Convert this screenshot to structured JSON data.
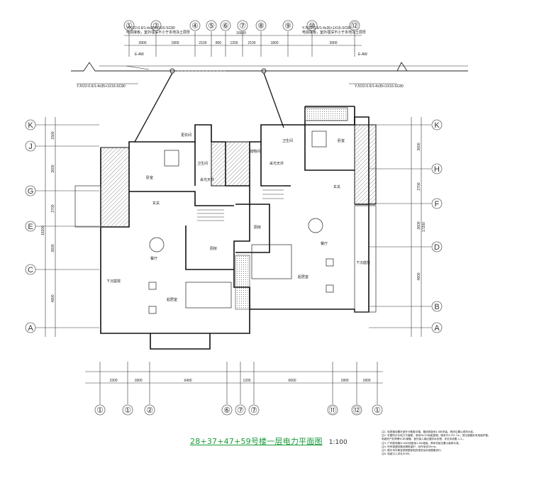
{
  "drawing": {
    "title": "28+37+47+59号楼一层电力平面图",
    "scale": "1:100",
    "top_axes": [
      "①",
      "②",
      "④",
      "⑤",
      "⑥",
      "⑦",
      "⑧",
      "⑨",
      "⑩",
      "⑫"
    ],
    "bottom_axes": [
      "①",
      "①",
      "②",
      "⑥",
      "⑦",
      "⑦",
      "⑪",
      "⑫",
      "①"
    ],
    "left_axes": [
      "K",
      "J",
      "G",
      "E",
      "C",
      "A"
    ],
    "right_axes": [
      "K",
      "H",
      "F",
      "D",
      "B",
      "A"
    ],
    "top_dims": [
      "3900",
      "1800",
      "2100",
      "800",
      "1200",
      "2100",
      "1800",
      "3900"
    ],
    "top_total": "16600",
    "bottom_dims": [
      "2200",
      "1800",
      "6400",
      "1200",
      "6600",
      "1800",
      "1800"
    ],
    "left_dims": [
      "1500",
      "3600",
      "2700",
      "3600",
      "4800"
    ],
    "left_total": "16200",
    "right_dims": [
      "3600",
      "2700",
      "3600",
      "4800"
    ],
    "right_total": "17200",
    "cable_top_left": "YJV22-0.6/1-4x35+1X16-SC80",
    "cable_top_left_note": "电源接板，室外埋深不小于本地冻土层厚",
    "cable_top_right": "YJV22-0.6/1-4x35+1X16-SC80",
    "cable_top_right_note": "电源接板，室外埋深不小于本地冻土层厚",
    "cable_side_left": "YJV22-0.6/1-4x35+1X16-SC80",
    "cable_side_right": "YJV22-0.6/1-4x35+1X16-SC80",
    "box_tag_left": "E-AW",
    "box_tag_right": "E-AW",
    "rooms_left": {
      "bedroom": "卧室",
      "bath": "卫生间",
      "light_well": "采光天井",
      "entry": "玄关",
      "dining": "餐厅",
      "kitchen": "厨房",
      "living": "起居室",
      "sunroom": "下沉庭院",
      "closet": "更衣间"
    },
    "rooms_right": {
      "bedroom": "卧室",
      "bath": "卫生间",
      "light_well": "采光天井",
      "storage": "储物间",
      "entry": "玄关",
      "dining": "餐厅",
      "kitchen": "厨房",
      "living": "起居室",
      "sunroom": "下沉庭院"
    },
    "notes": [
      "注1. 电表箱设置在室外分散集中箱，箱体底距地1.8米安装，具体位置以现场为准。",
      "注2. 本图所示为电力平面图，采用YJV22电缆直埋，埋深不小于0.7m，穿过道路处采用保护管。",
      "     电缆进户处预埋SC80钢管，室外接入端应做防水处理。详见系统图-1-2-。",
      "注3. 户内配电箱(E-AW)底距地1.8m暗装，具体安装位置以装修为准。",
      "注4. 所有插座回路设漏电保护，动作电流30mA。",
      "注5. 图中未尽事宜参照国家相关规范及标准图集执行。",
      "注6. 电缆引入详见SC80。"
    ]
  }
}
